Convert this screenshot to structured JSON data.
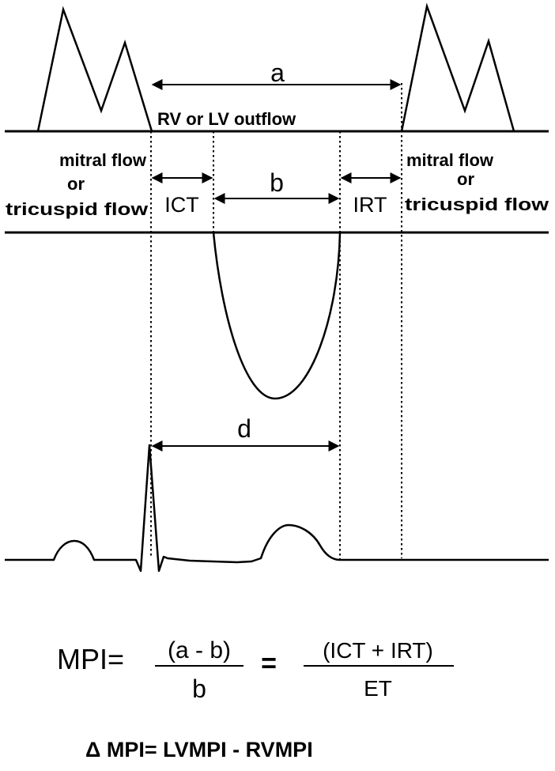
{
  "labels": {
    "a": "a",
    "b": "b",
    "d": "d",
    "outflow": "RV or LV outflow",
    "icT": "ICT",
    "irT": "IRT",
    "left_flow": [
      "mitral flow",
      "or",
      "tricuspid flow"
    ],
    "right_flow": [
      "mitral flow",
      "or",
      "tricuspid flow"
    ]
  },
  "formula": {
    "lhs": "MPI=",
    "num1": "(a - b)",
    "den1": "b",
    "eq": "=",
    "num2": "(ICT + IRT)",
    "den2": "ET",
    "delta": "Δ MPI= LVMPI - RVMPI"
  }
}
